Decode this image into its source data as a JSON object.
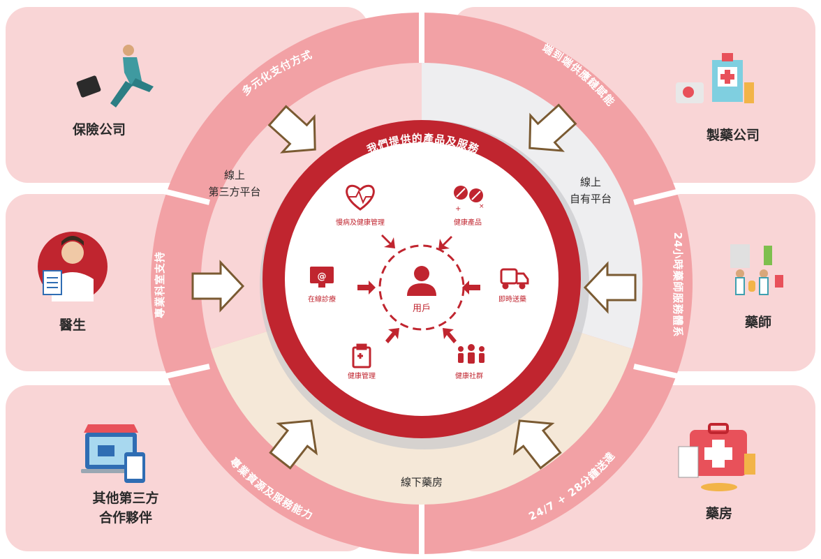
{
  "partners": {
    "insurance": "保險公司",
    "pharma": "製藥公司",
    "doctor": "醫生",
    "pharmacist": "藥師",
    "third_party_line1": "其他第三方",
    "third_party_line2": "合作夥伴",
    "pharmacy": "藥房"
  },
  "ring_labels": {
    "payment": "多元化支付方式",
    "supply": "端到端供應鏈賦能",
    "lab": "專業科室支持",
    "pharmacist_service": "24小時藥師服務體系",
    "resources": "專業資源及服務能力",
    "delivery": "24/7 + 28分鐘送達"
  },
  "segments": {
    "third_party_platform_line1": "線上",
    "third_party_platform_line2": "第三方平台",
    "own_platform_line1": "線上",
    "own_platform_line2": "自有平台",
    "offline_pharmacy": "線下藥房"
  },
  "core": {
    "title": "我們提供的產品及服務",
    "user": "用戶",
    "services": {
      "chronic": "慢病及健康管理",
      "products": "健康產品",
      "online_consult": "在線診療",
      "delivery": "即時送藥",
      "health_mgmt": "健康管理",
      "community": "健康社群"
    }
  },
  "colors": {
    "pink_panel": "#f7c7c8",
    "ring_pink": "#f2a1a5",
    "core_red": "#c0252f",
    "arrow_brown": "#7a5a32",
    "gray_sector": "#eeeef0",
    "beige_sector": "#f5e8d8"
  }
}
